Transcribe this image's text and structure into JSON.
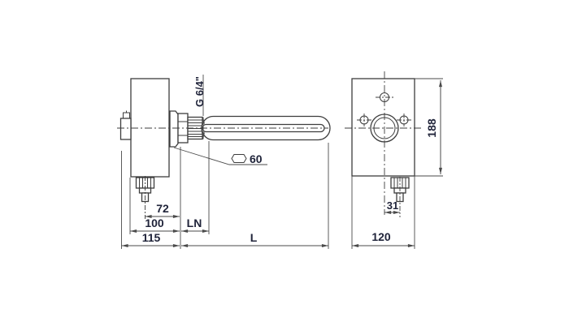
{
  "drawing": {
    "side_view": {
      "thread_label": "G 6/4\"",
      "hex_size": "60",
      "gland_offset": "72",
      "housing_width": "100",
      "overall_width": "115",
      "unheated_length": "LN",
      "immersion_length": "L"
    },
    "front_view": {
      "height": "188",
      "gland_offset": "31",
      "width": "120"
    },
    "colors": {
      "line": "#3d3d3d",
      "dim_line": "#4a4a4a",
      "text": "#20243a",
      "background": "#ffffff"
    }
  }
}
